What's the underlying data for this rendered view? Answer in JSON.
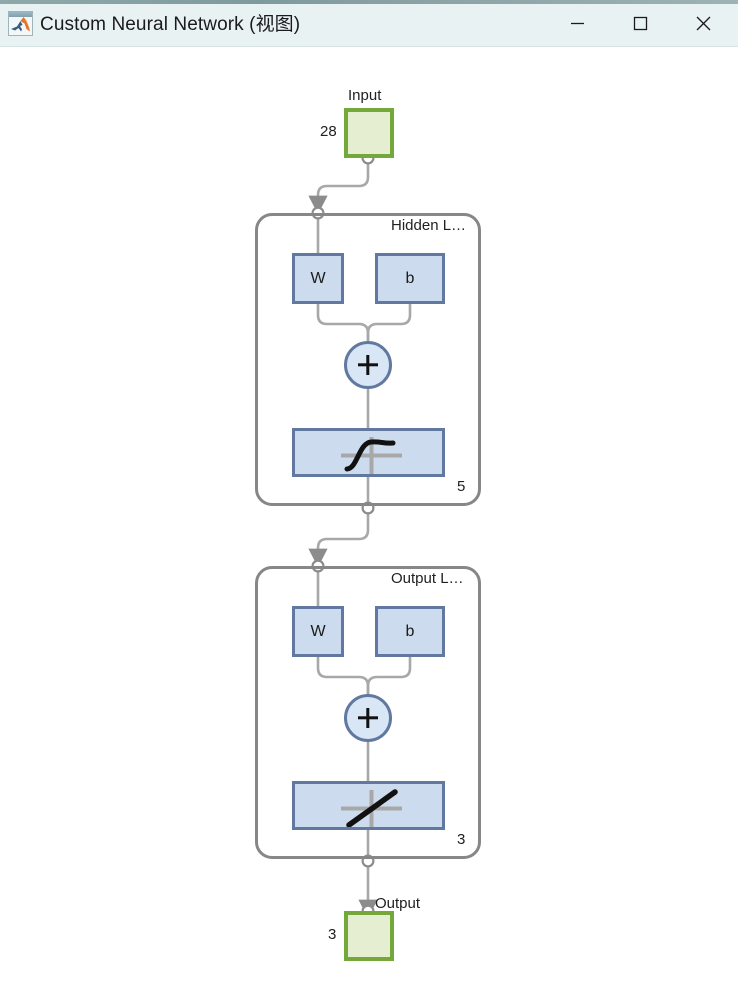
{
  "window": {
    "title": "Custom Neural Network (视图)",
    "icon": "matlab-icon",
    "controls": {
      "minimize": "minimize-icon",
      "maximize": "maximize-icon",
      "close": "close-icon"
    }
  },
  "diagram": {
    "input": {
      "title": "Input",
      "size": "28"
    },
    "hidden_layer": {
      "title": "Hidden L…",
      "count": "5",
      "weight": "W",
      "bias": "b",
      "add": "+",
      "activation": "sigmoid-curve"
    },
    "output_layer": {
      "title": "Output L…",
      "count": "3",
      "weight": "W",
      "bias": "b",
      "add": "+",
      "activation": "linear-curve"
    },
    "output": {
      "title": "Output",
      "size": "3"
    }
  },
  "colors": {
    "io_border": "#75a83a",
    "io_fill": "#e5eed1",
    "param_border": "#61789f",
    "param_fill": "#ccdcee",
    "container_border": "#878787",
    "wire": "#a8a8a8",
    "titlebar": "#e9f2f3"
  }
}
